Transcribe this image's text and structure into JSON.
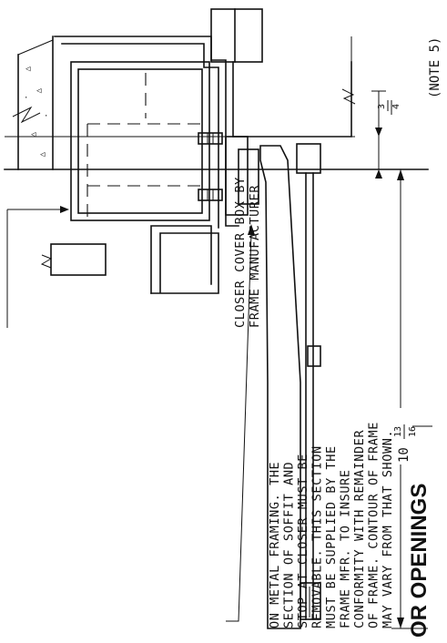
{
  "labels": {
    "closer_cover_line1": "CLOSER COVER BOX BY",
    "closer_cover_line2": "FRAME MANUFACTURER",
    "metal_framing_note": [
      "ON METAL FRAMING. THE",
      "SECTION OF SOFFIT AND",
      "STOP AT CLOSER MUST BE",
      "REMOVABLE. THIS SECTION",
      "MUST BE SUPPLIED BY THE",
      "FRAME MFR. TO INSURE",
      "CONFORMITY WITH REMAINDER",
      "OF FRAME. CONTOUR OF FRAME",
      "MAY VARY FROM THAT SHOWN."
    ],
    "title_fragment": "OR OPENINGS",
    "note_ref": "(NOTE 5)"
  },
  "dimensions": {
    "arm_length": {
      "whole": "10",
      "numerator": "13",
      "denominator": "16"
    },
    "offset": {
      "whole": "",
      "numerator": "3",
      "denominator": "4"
    }
  },
  "colors": {
    "ink": "#111111",
    "paper": "#ffffff"
  }
}
